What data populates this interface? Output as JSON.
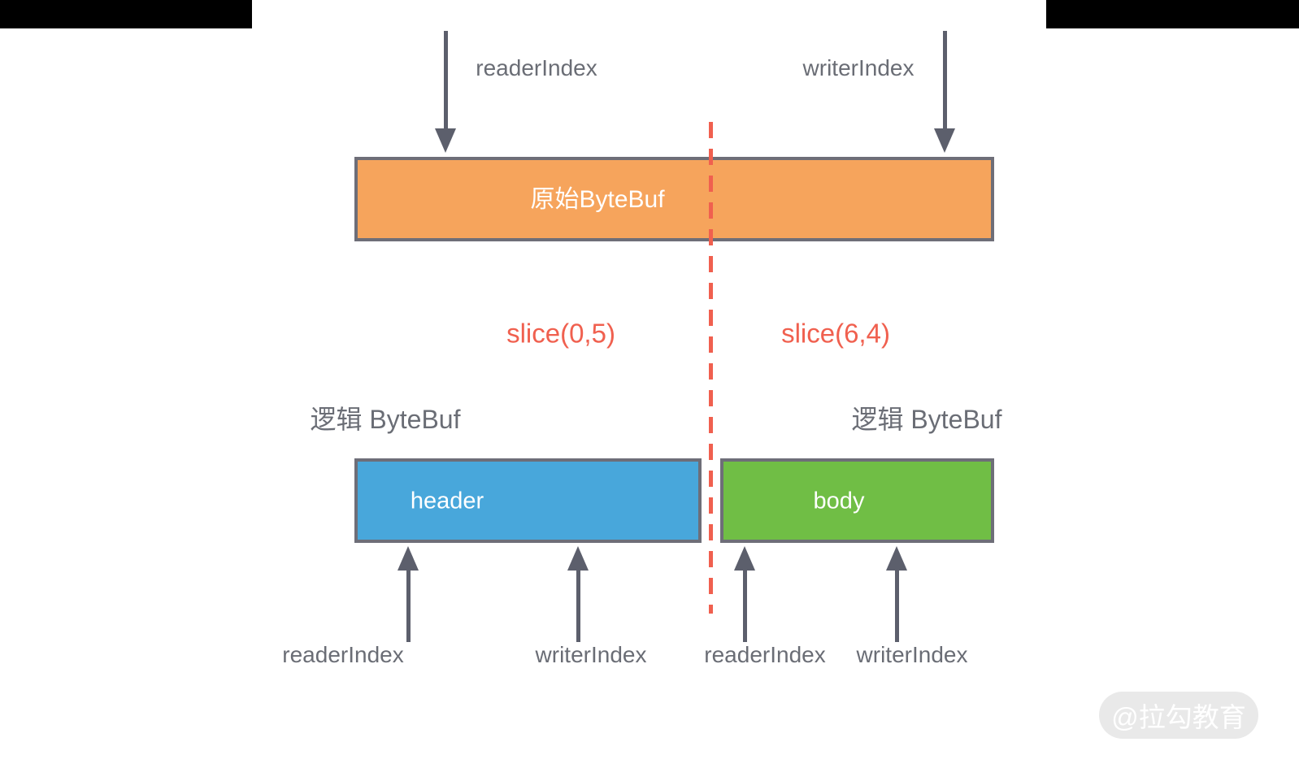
{
  "colors": {
    "original_buffer_fill": "#f6a45c",
    "header_fill": "#48a7db",
    "body_fill": "#70be45",
    "box_border": "#6e6e78",
    "arrow": "#5c5f6c",
    "label_text": "#6a6d75",
    "slice_accent": "#f0604f",
    "watermark_bg": "#e9e9e9",
    "watermark_text": "#ffffff"
  },
  "original_buffer": {
    "label": "原始ByteBuf",
    "reader_label": "readerIndex",
    "writer_label": "writerIndex"
  },
  "slices": {
    "left": "slice(0,5)",
    "right": "slice(6,4)"
  },
  "logical_left": {
    "title": "逻辑 ByteBuf",
    "box_label": "header",
    "reader_label": "readerIndex",
    "writer_label": "writerIndex"
  },
  "logical_right": {
    "title": "逻辑 ByteBuf",
    "box_label": "body",
    "reader_label": "readerIndex",
    "writer_label": "writerIndex"
  },
  "watermark": {
    "text": "@拉勾教育"
  }
}
